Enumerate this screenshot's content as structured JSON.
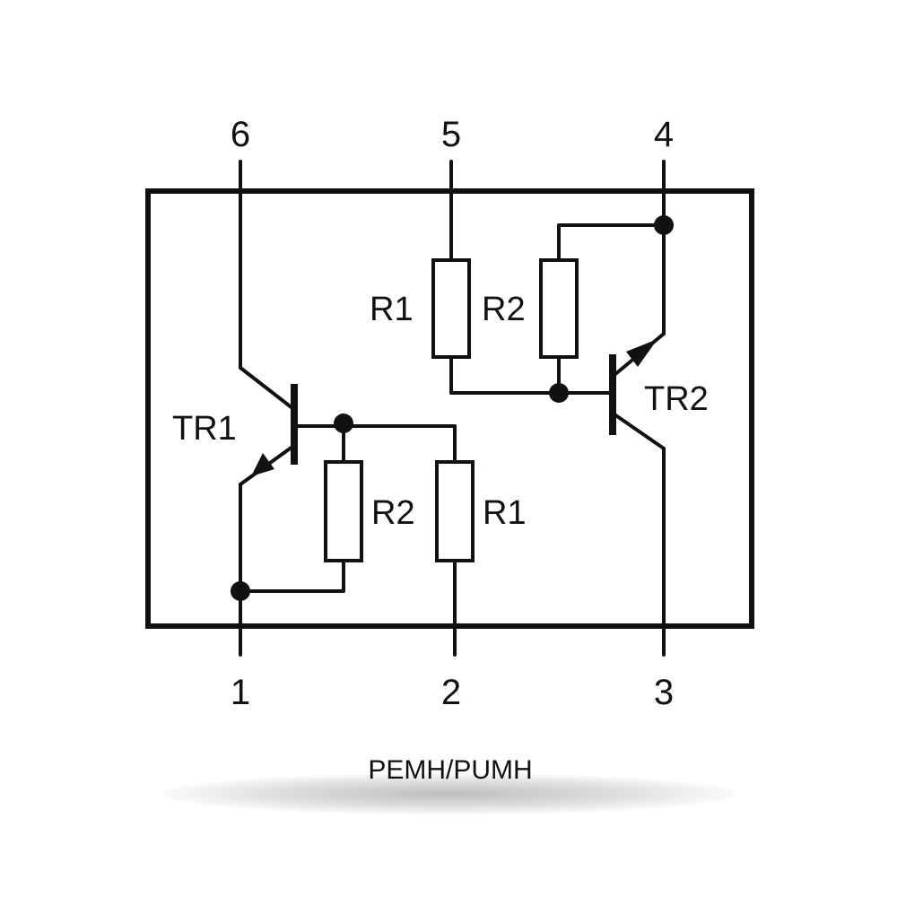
{
  "pins": {
    "p1": "1",
    "p2": "2",
    "p3": "3",
    "p4": "4",
    "p5": "5",
    "p6": "6"
  },
  "components": {
    "tr1": "TR1",
    "tr2": "TR2",
    "tr1_r1": "R1",
    "tr1_r2": "R2",
    "tr2_r1": "R1",
    "tr2_r2": "R2"
  },
  "caption": "PEMH/PUMH"
}
